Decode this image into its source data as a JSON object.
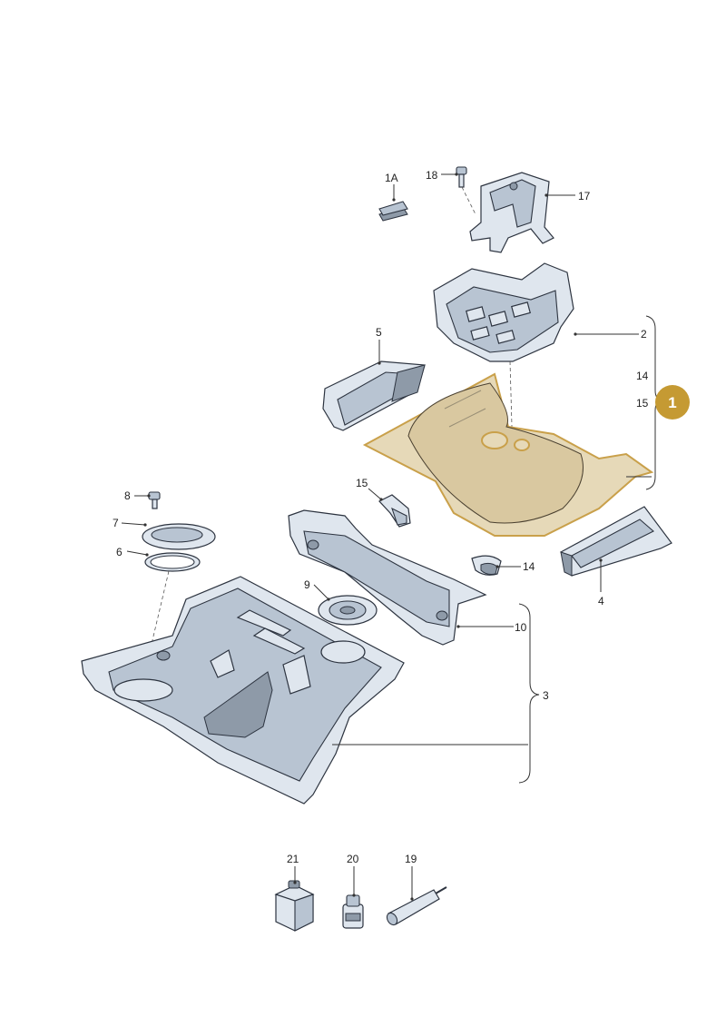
{
  "badge": {
    "label": "1",
    "color": "#c59a33"
  },
  "callouts": {
    "c1A": "1A",
    "c18": "18",
    "c17": "17",
    "c2": "2",
    "c14a": "14",
    "c15a": "15",
    "c5": "5",
    "c15b": "15",
    "c8": "8",
    "c7": "7",
    "c6": "6",
    "c14b": "14",
    "c4": "4",
    "c9": "9",
    "c10": "10",
    "c3": "3",
    "c21": "21",
    "c20": "20",
    "c19": "19"
  },
  "colors": {
    "part_fill": "#dfe6ee",
    "highlight_fill": "#e6d9b8",
    "highlight_stroke": "#c9a04a"
  }
}
